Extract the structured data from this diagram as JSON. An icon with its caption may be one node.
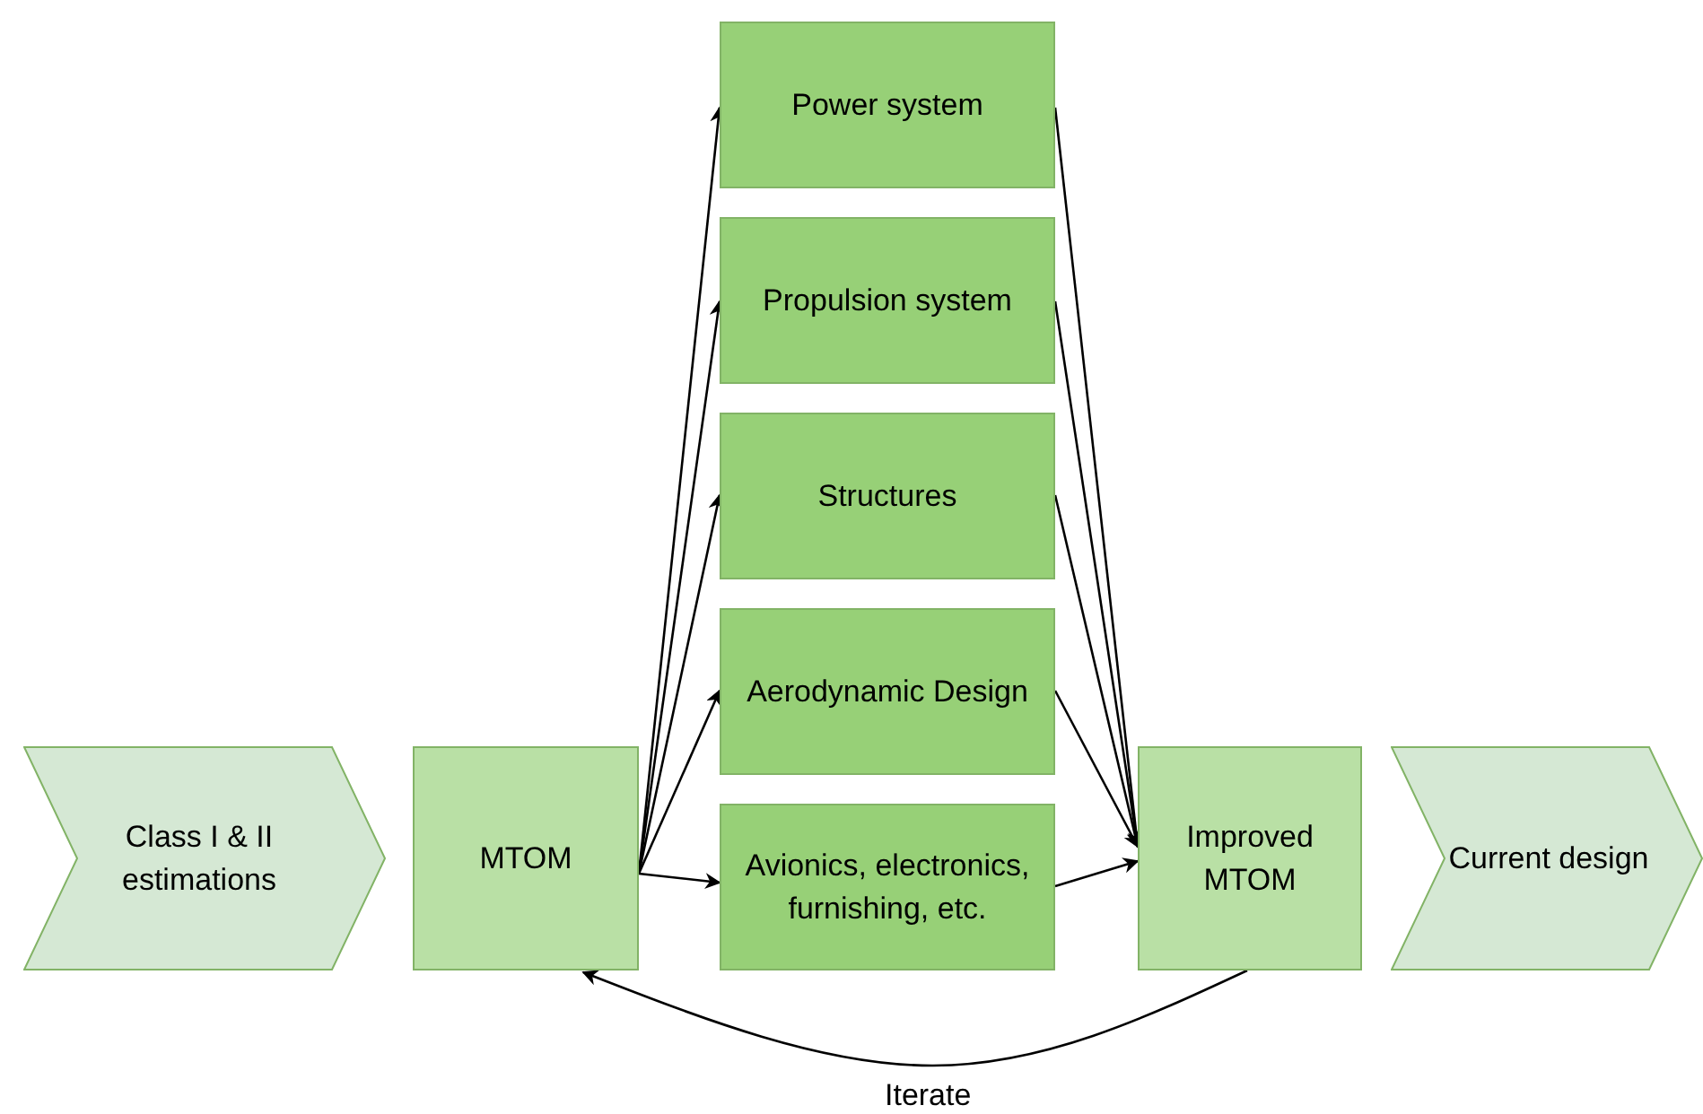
{
  "diagram": {
    "nodes": [
      {
        "text": [
          "Class I & II estimations"
        ]
      },
      {
        "text": [
          "MTOM"
        ]
      },
      {
        "text": [
          "Power system"
        ]
      },
      {
        "text": [
          "Propulsion system"
        ]
      },
      {
        "text": [
          "Structures"
        ]
      },
      {
        "text": [
          "Aerodynamic Design"
        ]
      },
      {
        "text": [
          "Avionics, electronics, furnishing, etc."
        ]
      },
      {
        "text": [
          "Improved MTOM"
        ]
      },
      {
        "text": [
          "Current design"
        ]
      }
    ],
    "edges": [
      {
        "from": 1,
        "to": 2,
        "arrow": "to"
      },
      {
        "from": 1,
        "to": 3,
        "arrow": "to"
      },
      {
        "from": 1,
        "to": 4,
        "arrow": "to"
      },
      {
        "from": 1,
        "to": 5,
        "arrow": "to"
      },
      {
        "from": 1,
        "to": 6,
        "arrow": "to"
      },
      {
        "from": 2,
        "to": 7,
        "arrow": "to"
      },
      {
        "from": 3,
        "to": 7,
        "arrow": "to"
      },
      {
        "from": 4,
        "to": 7,
        "arrow": "to"
      },
      {
        "from": 5,
        "to": 7,
        "arrow": "to"
      },
      {
        "from": 6,
        "to": 7,
        "arrow": "to"
      },
      {
        "from": 7,
        "to": 1,
        "arrow": "to",
        "label": "Iterate"
      }
    ]
  }
}
